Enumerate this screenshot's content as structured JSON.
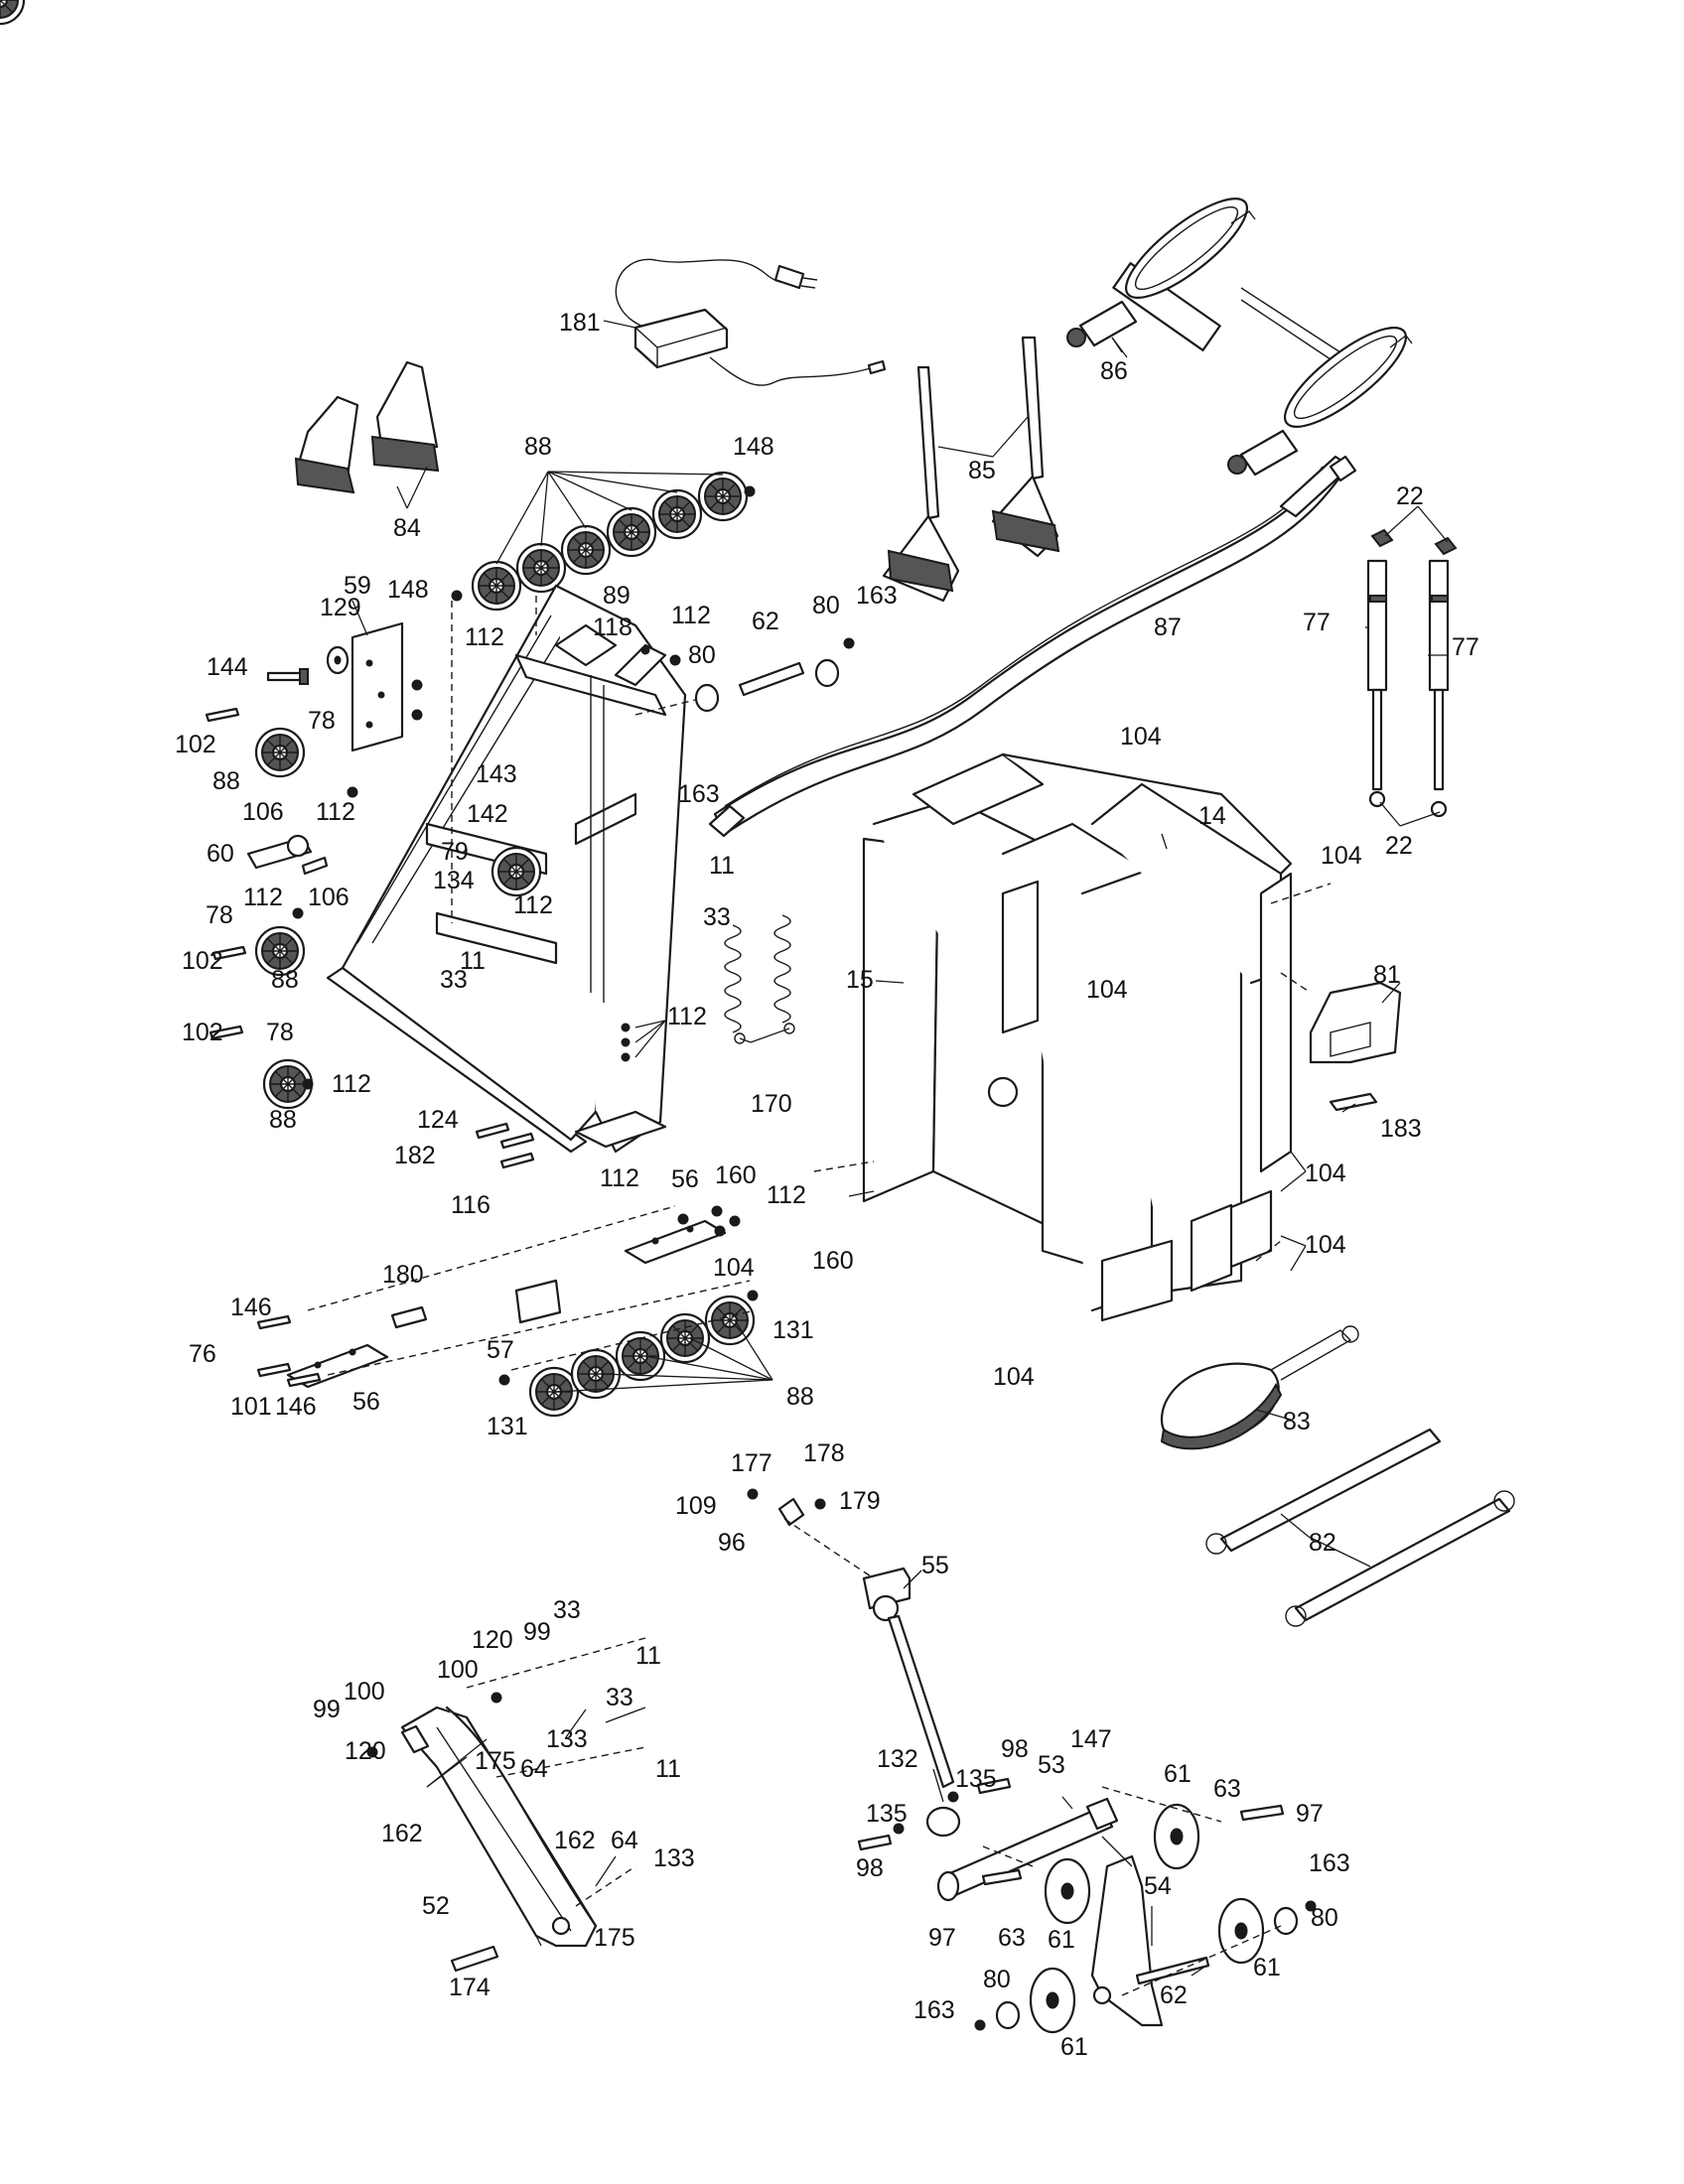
{
  "diagram": {
    "background": "#ffffff",
    "line_color": "#1a1a1a",
    "callouts": [
      {
        "id": "c181",
        "label": "181"
      },
      {
        "id": "c86",
        "label": "86"
      },
      {
        "id": "c88a",
        "label": "88"
      },
      {
        "id": "c148a",
        "label": "148"
      },
      {
        "id": "c85",
        "label": "85"
      },
      {
        "id": "c84",
        "label": "84"
      },
      {
        "id": "c22a",
        "label": "22"
      },
      {
        "id": "c59",
        "label": "59"
      },
      {
        "id": "c148b",
        "label": "148"
      },
      {
        "id": "c89",
        "label": "89"
      },
      {
        "id": "c112a",
        "label": "112"
      },
      {
        "id": "c62a",
        "label": "62"
      },
      {
        "id": "c80a",
        "label": "80"
      },
      {
        "id": "c163a",
        "label": "163"
      },
      {
        "id": "c129",
        "label": "129"
      },
      {
        "id": "c118",
        "label": "118"
      },
      {
        "id": "c80b",
        "label": "80"
      },
      {
        "id": "c87",
        "label": "87"
      },
      {
        "id": "c144",
        "label": "144"
      },
      {
        "id": "c112b",
        "label": "112"
      },
      {
        "id": "c77a",
        "label": "77"
      },
      {
        "id": "c77b",
        "label": "77"
      },
      {
        "id": "c78a",
        "label": "78"
      },
      {
        "id": "c102a",
        "label": "102"
      },
      {
        "id": "c88b",
        "label": "88"
      },
      {
        "id": "c163b",
        "label": "163"
      },
      {
        "id": "c104a",
        "label": "104"
      },
      {
        "id": "c143",
        "label": "143"
      },
      {
        "id": "c106a",
        "label": "106"
      },
      {
        "id": "c112c",
        "label": "112"
      },
      {
        "id": "c142",
        "label": "142"
      },
      {
        "id": "c14",
        "label": "14"
      },
      {
        "id": "c22b",
        "label": "22"
      },
      {
        "id": "c60",
        "label": "60"
      },
      {
        "id": "c79",
        "label": "79"
      },
      {
        "id": "c104b",
        "label": "104"
      },
      {
        "id": "c11a",
        "label": "11"
      },
      {
        "id": "c134",
        "label": "134"
      },
      {
        "id": "c106b",
        "label": "106"
      },
      {
        "id": "c112d",
        "label": "112"
      },
      {
        "id": "c33a",
        "label": "33"
      },
      {
        "id": "c112e",
        "label": "112"
      },
      {
        "id": "c78b",
        "label": "78"
      },
      {
        "id": "c102b",
        "label": "102"
      },
      {
        "id": "c11b",
        "label": "11"
      },
      {
        "id": "c88c",
        "label": "88"
      },
      {
        "id": "c33b",
        "label": "33"
      },
      {
        "id": "c15",
        "label": "15"
      },
      {
        "id": "c104c",
        "label": "104"
      },
      {
        "id": "c81",
        "label": "81"
      },
      {
        "id": "c112f",
        "label": "112"
      },
      {
        "id": "c102c",
        "label": "102"
      },
      {
        "id": "c78c",
        "label": "78"
      },
      {
        "id": "c170",
        "label": "170"
      },
      {
        "id": "c112g",
        "label": "112"
      },
      {
        "id": "c88d",
        "label": "88"
      },
      {
        "id": "c124",
        "label": "124"
      },
      {
        "id": "c183",
        "label": "183"
      },
      {
        "id": "c182",
        "label": "182"
      },
      {
        "id": "c116",
        "label": "116"
      },
      {
        "id": "c112h",
        "label": "112"
      },
      {
        "id": "c56a",
        "label": "56"
      },
      {
        "id": "c160a",
        "label": "160"
      },
      {
        "id": "c112i",
        "label": "112"
      },
      {
        "id": "c104d",
        "label": "104"
      },
      {
        "id": "c160b",
        "label": "160"
      },
      {
        "id": "c104e",
        "label": "104"
      },
      {
        "id": "c104f",
        "label": "104"
      },
      {
        "id": "c180",
        "label": "180"
      },
      {
        "id": "c146a",
        "label": "146"
      },
      {
        "id": "c131a",
        "label": "131"
      },
      {
        "id": "c57",
        "label": "57"
      },
      {
        "id": "c76",
        "label": "76"
      },
      {
        "id": "c88e",
        "label": "88"
      },
      {
        "id": "c104g",
        "label": "104"
      },
      {
        "id": "c101",
        "label": "101"
      },
      {
        "id": "c146b",
        "label": "146"
      },
      {
        "id": "c56b",
        "label": "56"
      },
      {
        "id": "c131b",
        "label": "131"
      },
      {
        "id": "c83",
        "label": "83"
      },
      {
        "id": "c177",
        "label": "177"
      },
      {
        "id": "c178",
        "label": "178"
      },
      {
        "id": "c109",
        "label": "109"
      },
      {
        "id": "c179",
        "label": "179"
      },
      {
        "id": "c96",
        "label": "96"
      },
      {
        "id": "c82",
        "label": "82"
      },
      {
        "id": "c55",
        "label": "55"
      },
      {
        "id": "c33c",
        "label": "33"
      },
      {
        "id": "c120a",
        "label": "120"
      },
      {
        "id": "c99a",
        "label": "99"
      },
      {
        "id": "c11c",
        "label": "11"
      },
      {
        "id": "c100a",
        "label": "100"
      },
      {
        "id": "c33d",
        "label": "33"
      },
      {
        "id": "c99b",
        "label": "99"
      },
      {
        "id": "c100b",
        "label": "100"
      },
      {
        "id": "c133a",
        "label": "133"
      },
      {
        "id": "c120b",
        "label": "120"
      },
      {
        "id": "c64a",
        "label": "64"
      },
      {
        "id": "c175a",
        "label": "175"
      },
      {
        "id": "c11d",
        "label": "11"
      },
      {
        "id": "c162a",
        "label": "162"
      },
      {
        "id": "c98a",
        "label": "98"
      },
      {
        "id": "c147",
        "label": "147"
      },
      {
        "id": "c132",
        "label": "132"
      },
      {
        "id": "c135a",
        "label": "135"
      },
      {
        "id": "c53",
        "label": "53"
      },
      {
        "id": "c61a",
        "label": "61"
      },
      {
        "id": "c63a",
        "label": "63"
      },
      {
        "id": "c97a",
        "label": "97"
      },
      {
        "id": "c135b",
        "label": "135"
      },
      {
        "id": "c162b",
        "label": "162"
      },
      {
        "id": "c64b",
        "label": "64"
      },
      {
        "id": "c133b",
        "label": "133"
      },
      {
        "id": "c98b",
        "label": "98"
      },
      {
        "id": "c163c",
        "label": "163"
      },
      {
        "id": "c54",
        "label": "54"
      },
      {
        "id": "c52",
        "label": "52"
      },
      {
        "id": "c80c",
        "label": "80"
      },
      {
        "id": "c175b",
        "label": "175"
      },
      {
        "id": "c97b",
        "label": "97"
      },
      {
        "id": "c63b",
        "label": "63"
      },
      {
        "id": "c61b",
        "label": "61"
      },
      {
        "id": "c61c",
        "label": "61"
      },
      {
        "id": "c62b",
        "label": "62"
      },
      {
        "id": "c174",
        "label": "174"
      },
      {
        "id": "c80d",
        "label": "80"
      },
      {
        "id": "c163d",
        "label": "163"
      },
      {
        "id": "c61d",
        "label": "61"
      }
    ]
  }
}
